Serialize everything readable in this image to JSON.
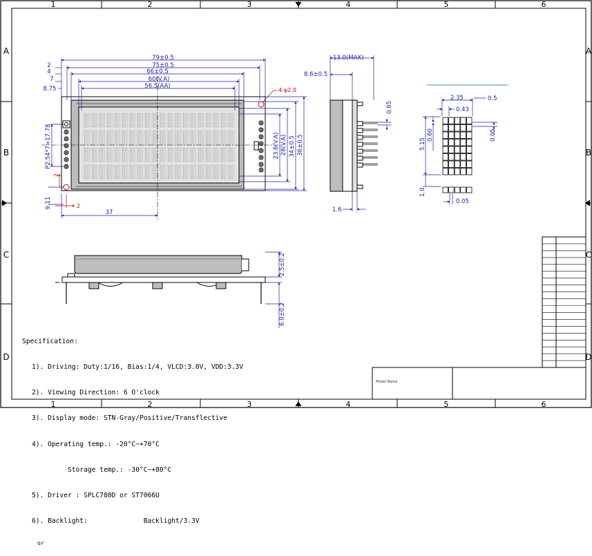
{
  "frame": {
    "columns": [
      "1",
      "2",
      "3",
      "4",
      "5",
      "6"
    ],
    "rows": [
      "A",
      "B",
      "C",
      "D"
    ]
  },
  "front_view": {
    "dims": {
      "w79": "79±0.5",
      "w75": "75±0.5",
      "w66": "66±0.5",
      "w60": "60(V.A)",
      "w56": "56.5(AA)",
      "l2": "2",
      "l4": "4",
      "l7": "7",
      "l875": "8.75",
      "hole": "4-φ2.0",
      "pitch": "P2.54*7=17.78",
      "h236": "23.6(V.A)",
      "h28": "28(V.A)",
      "h34": "34±0.5",
      "h36": "36±0.5",
      "pad2v": "2",
      "pad2h": "2",
      "h911": "9.11",
      "w37": "37"
    }
  },
  "side_view": {
    "dims": {
      "t13": "13.0(MAX)",
      "t86": "8.6±0.5",
      "t065": "0.65",
      "t16": "1.6"
    }
  },
  "pixel_detail": {
    "dims": {
      "d235": "2.35",
      "d05": "0.5",
      "d043": "0.43",
      "d515": "5.15",
      "d060": "0.60",
      "d005v": "0.05",
      "d10": "1.0",
      "d005h": "0.05"
    }
  },
  "bottom_view": {
    "dims": {
      "h25": "2.5±0.2",
      "h60": "6.0±0.2"
    }
  },
  "specification": {
    "heading": "Specification:",
    "items": [
      "1). Driving: Duty:1/16, Bias:1/4, VLCD:3.0V, VDD:3.3V",
      "2). Viewing Direction: 6 O'clock",
      "3). Display mode: STN-Gray/Positive/Transflective",
      "4). Operating temp.: -20°C~+70°C"
    ],
    "storage": "Storage temp.: -30°C~+80°C",
    "items2": [
      "5). Driver : SPLC780D or ST7066U",
      "6). Backlight:              Backlight/3.3V"
    ],
    "or": "or"
  },
  "title_block": {
    "label": "Model Name"
  },
  "colors": {
    "line": "#000000",
    "dim": "#1a1aaa",
    "red": "#cc0000",
    "bezel": "#bdbdbd",
    "glass": "#e0e0e0"
  }
}
